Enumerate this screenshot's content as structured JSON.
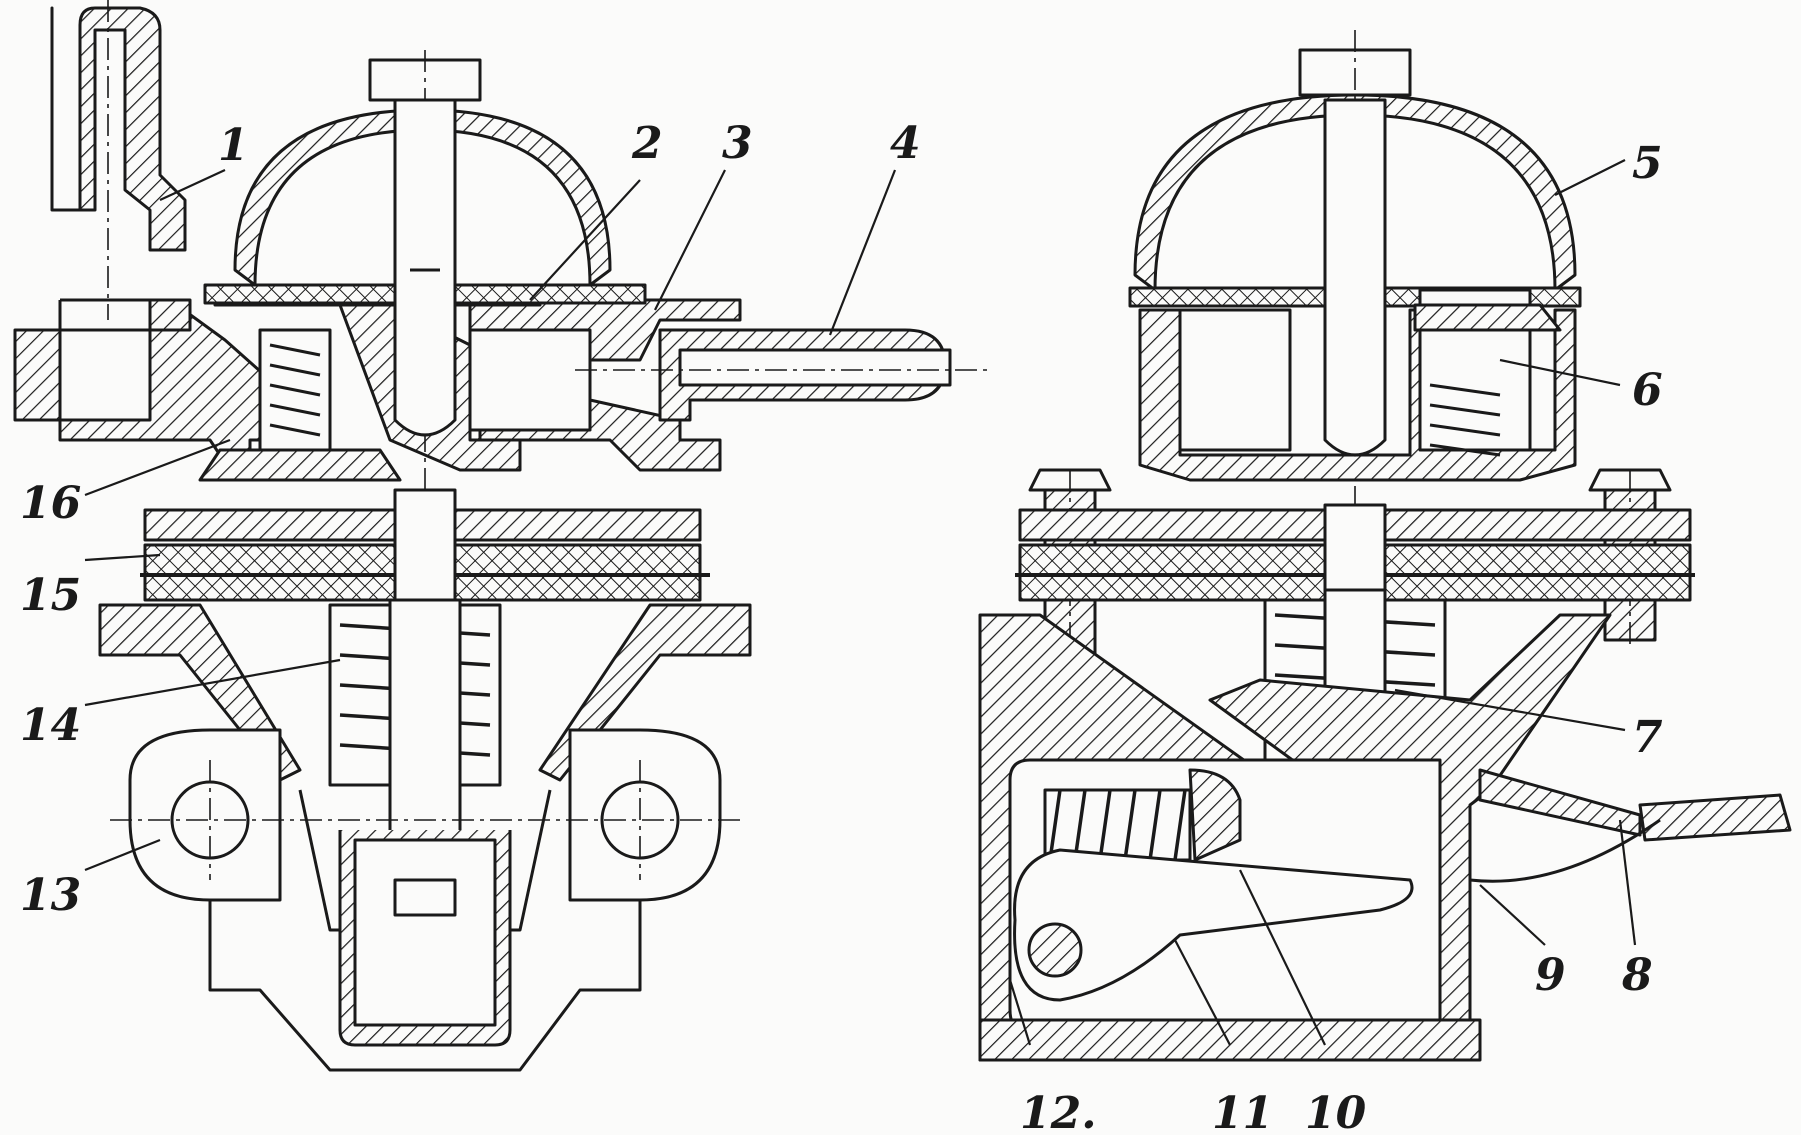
{
  "diagram": {
    "ink_color": "#1a1a1a",
    "paper_color": "#fbfbfa",
    "views": [
      {
        "id": "left-section",
        "labels": [
          "1",
          "2",
          "3",
          "4",
          "13",
          "14",
          "15",
          "16"
        ]
      },
      {
        "id": "right-section",
        "labels": [
          "5",
          "6",
          "7",
          "8",
          "9",
          "10",
          "11",
          "12."
        ]
      }
    ]
  },
  "callouts": {
    "c1": "1",
    "c2": "2",
    "c3": "3",
    "c4": "4",
    "c5": "5",
    "c6": "6",
    "c7": "7",
    "c8": "8",
    "c9": "9",
    "c10": "10",
    "c11": "11",
    "c12": "12.",
    "c13": "13",
    "c14": "14",
    "c15": "15",
    "c16": "16"
  }
}
